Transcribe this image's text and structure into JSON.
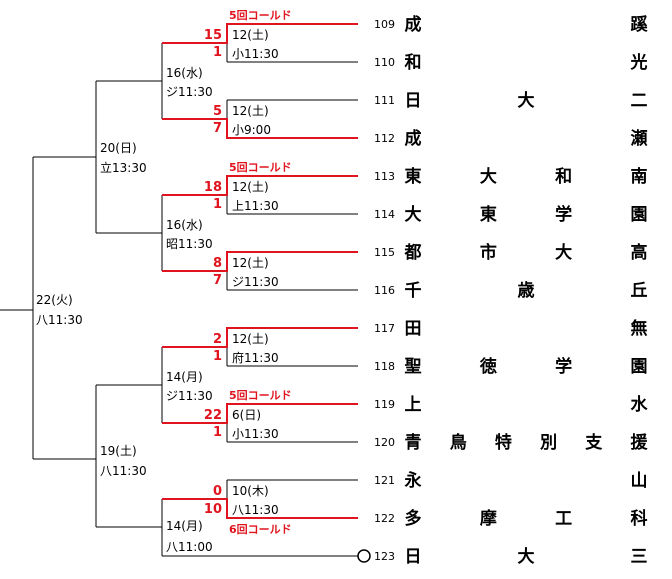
{
  "teams": [
    {
      "no": "109",
      "chars": [
        "成",
        "蹊"
      ]
    },
    {
      "no": "110",
      "chars": [
        "和",
        "光"
      ]
    },
    {
      "no": "111",
      "chars": [
        "日",
        "大",
        "二"
      ]
    },
    {
      "no": "112",
      "chars": [
        "成",
        "瀬"
      ]
    },
    {
      "no": "113",
      "chars": [
        "東",
        "大",
        "和",
        "南"
      ]
    },
    {
      "no": "114",
      "chars": [
        "大",
        "東",
        "学",
        "園"
      ]
    },
    {
      "no": "115",
      "chars": [
        "都",
        "市",
        "大",
        "高"
      ]
    },
    {
      "no": "116",
      "chars": [
        "千",
        "歳",
        "丘"
      ]
    },
    {
      "no": "117",
      "chars": [
        "田",
        "無"
      ]
    },
    {
      "no": "118",
      "chars": [
        "聖",
        "徳",
        "学",
        "園"
      ]
    },
    {
      "no": "119",
      "chars": [
        "上",
        "水"
      ]
    },
    {
      "no": "120",
      "chars": [
        "青",
        "鳥",
        "特",
        "別",
        "支",
        "援"
      ]
    },
    {
      "no": "121",
      "chars": [
        "永",
        "山"
      ]
    },
    {
      "no": "122",
      "chars": [
        "多",
        "摩",
        "工",
        "科"
      ]
    },
    {
      "no": "123",
      "chars": [
        "日",
        "大",
        "三"
      ]
    }
  ],
  "first_round": [
    {
      "id": "m1",
      "cold": "5回コールド",
      "score_top": "15",
      "score_bot": "1",
      "date": "12(土)",
      "venue": "小11:30"
    },
    {
      "id": "m2",
      "cold": "",
      "score_top": "5",
      "score_bot": "7",
      "date": "12(土)",
      "venue": "小9:00"
    },
    {
      "id": "m3",
      "cold": "5回コールド",
      "score_top": "18",
      "score_bot": "1",
      "date": "12(土)",
      "venue": "上11:30"
    },
    {
      "id": "m4",
      "cold": "",
      "score_top": "8",
      "score_bot": "7",
      "date": "12(土)",
      "venue": "ジ11:30"
    },
    {
      "id": "m5",
      "cold": "",
      "score_top": "2",
      "score_bot": "1",
      "date": "12(土)",
      "venue": "府11:30"
    },
    {
      "id": "m6",
      "cold": "5回コールド",
      "score_top": "22",
      "score_bot": "1",
      "date": "6(日)",
      "venue": "小11:30"
    },
    {
      "id": "m7",
      "cold": "",
      "score_top": "0",
      "score_bot": "10",
      "date": "10(木)",
      "venue": "八11:30"
    }
  ],
  "second_round": [
    {
      "id": "s1",
      "date": "16(水)",
      "venue": "ジ11:30"
    },
    {
      "id": "s2",
      "date": "16(水)",
      "venue": "昭11:30"
    },
    {
      "id": "s3",
      "date": "14(月)",
      "venue": "ジ11:30"
    },
    {
      "id": "s4",
      "date": "14(月)",
      "venue": "八11:00",
      "cold": "6回コールド"
    }
  ],
  "third_round": [
    {
      "id": "t1",
      "date": "20(日)",
      "venue": "立13:30"
    },
    {
      "id": "t2",
      "date": "19(土)",
      "venue": "八11:30"
    }
  ],
  "final_round": {
    "date": "22(火)",
    "venue": "八11:30"
  },
  "colors": {
    "winner": "#e0141e",
    "line": "#000000"
  }
}
